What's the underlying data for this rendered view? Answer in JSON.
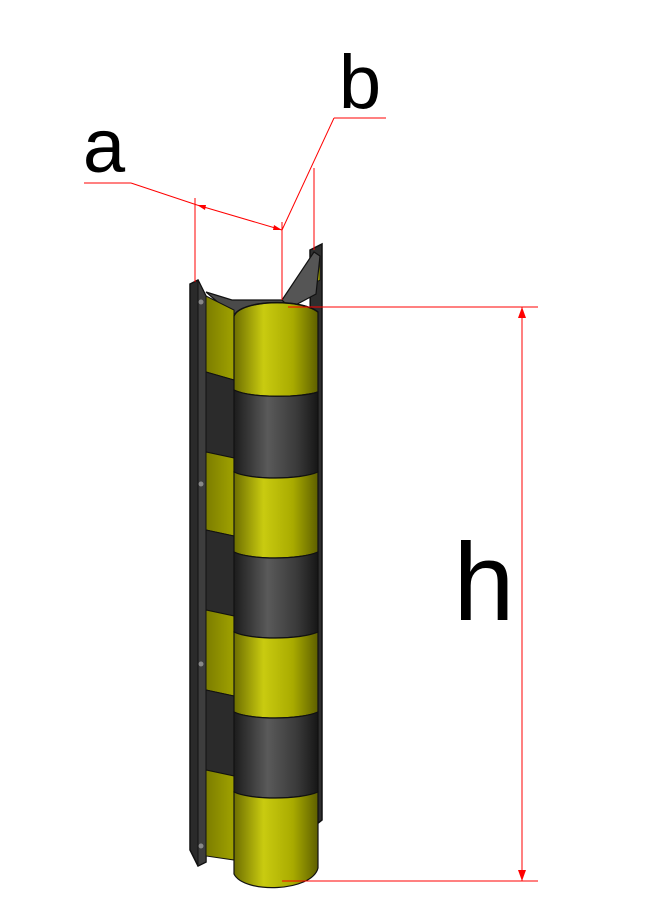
{
  "labels": {
    "a": "a",
    "b": "b",
    "h": "h"
  },
  "colors": {
    "dimension_line": "#ff0000",
    "stripe_yellow": "#b6b800",
    "stripe_black": "#3a3a3a",
    "backplate": "#2e2e2e",
    "outline": "#111111"
  },
  "stripes": {
    "pattern": [
      "yellow",
      "black",
      "yellow",
      "black",
      "yellow",
      "black",
      "yellow"
    ]
  }
}
